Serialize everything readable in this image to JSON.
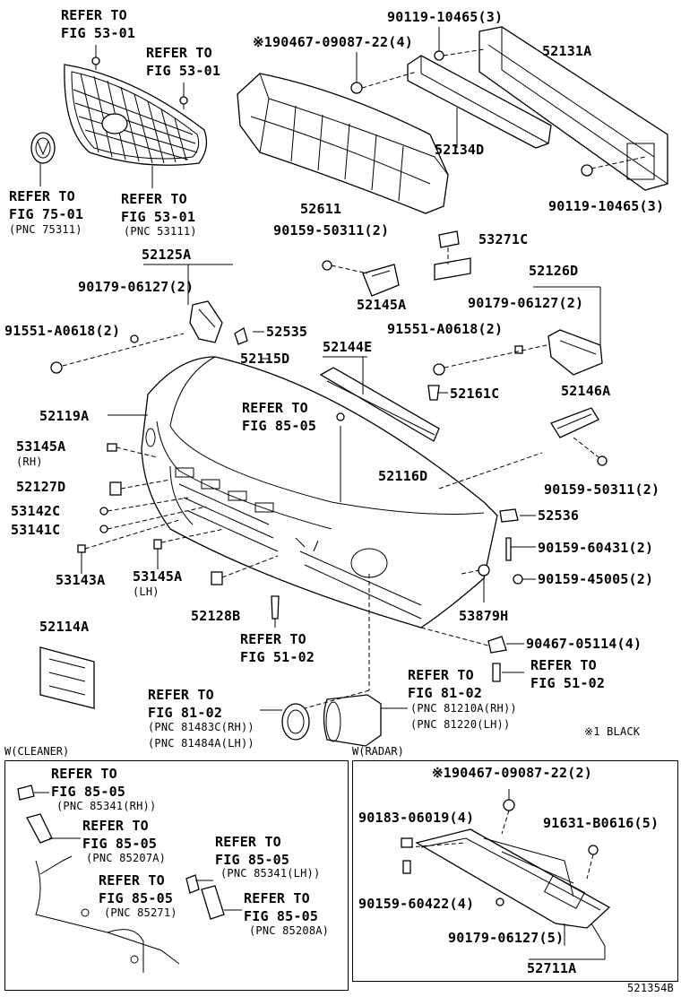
{
  "labels": {
    "refer_fig_53_01_a": "REFER TO\nFIG 53-01",
    "refer_fig_53_01_b": "REFER TO\nFIG 53-01",
    "refer_fig_75_01": "REFER TO\nFIG 75-01",
    "pnc_75311": "(PNC 75311)",
    "refer_fig_53_01_c": "REFER TO\nFIG 53-01",
    "pnc_53111": "(PNC 53111)",
    "p_90119_10465_top": "90119-10465(3)",
    "p_90467_09087_22_4": "※190467-09087-22(4)",
    "p_52131A": "52131A",
    "p_52134D": "52134D",
    "p_52611": "52611",
    "p_90119_10465_bot": "90119-10465(3)",
    "p_90159_50311_top": "90159-50311(2)",
    "p_53271C": "53271C",
    "p_52125A": "52125A",
    "p_90179_06127_l": "90179-06127(2)",
    "p_52145A": "52145A",
    "p_52126D": "52126D",
    "p_90179_06127_r": "90179-06127(2)",
    "p_91551_A0618_l": "91551-A0618(2)",
    "p_52535": "52535",
    "p_91551_A0618_r": "91551-A0618(2)",
    "p_52115D": "52115D",
    "p_52144E": "52144E",
    "p_52161C": "52161C",
    "refer_fig_85_05_main": "REFER TO\nFIG 85-05",
    "p_52146A": "52146A",
    "p_52119A": "52119A",
    "p_53145A_rh": "53145A",
    "rh": "(RH)",
    "p_90159_50311_bot": "90159-50311(2)",
    "p_52116D": "52116D",
    "p_52127D": "52127D",
    "p_53142C": "53142C",
    "p_52536": "52536",
    "p_53141C": "53141C",
    "p_90159_60431": "90159-60431(2)",
    "p_53143A": "53143A",
    "p_53145A_lh": "53145A",
    "lh": "(LH)",
    "p_90159_45005": "90159-45005(2)",
    "p_52128B": "52128B",
    "p_53879H": "53879H",
    "p_52114A": "52114A",
    "refer_fig_51_02_a": "REFER TO\nFIG 51-02",
    "p_90467_05114": "90467-05114(4)",
    "refer_fig_51_02_b": "REFER TO\nFIG 51-02",
    "refer_fig_81_02_r": "REFER TO\nFIG 81-02",
    "pnc_81210A": "(PNC 81210A(RH))",
    "pnc_81220": "(PNC 81220(LH))",
    "refer_fig_81_02_l": "REFER TO\nFIG 81-02",
    "pnc_81483C": "(PNC 81483C(RH))",
    "pnc_81484A": "(PNC 81484A(LH))",
    "note_black": "※1 BLACK",
    "w_cleaner": "W(CLEANER)",
    "w_radar": "W(RADAR)",
    "c_refer_1": "REFER TO\nFIG 85-05",
    "c_pnc_85341_rh": "(PNC 85341(RH))",
    "c_refer_2": "REFER TO\nFIG 85-05",
    "c_pnc_85207A": "(PNC 85207A)",
    "c_refer_3": "REFER TO\nFIG 85-05",
    "c_pnc_85341_lh": "(PNC 85341(LH))",
    "c_refer_4": "REFER TO\nFIG 85-05",
    "c_pnc_85271": "(PNC 85271)",
    "c_refer_5": "REFER TO\nFIG 85-05",
    "c_pnc_85208A": "(PNC 85208A)",
    "r_90467_09087_22_2": "※190467-09087-22(2)",
    "r_90183_06019": "90183-06019(4)",
    "r_91631_B0616": "91631-B0616(5)",
    "r_90159_60422": "90159-60422(4)",
    "r_90179_06127": "90179-06127(5)",
    "r_52711A": "52711A",
    "fig_code": "521354B"
  }
}
